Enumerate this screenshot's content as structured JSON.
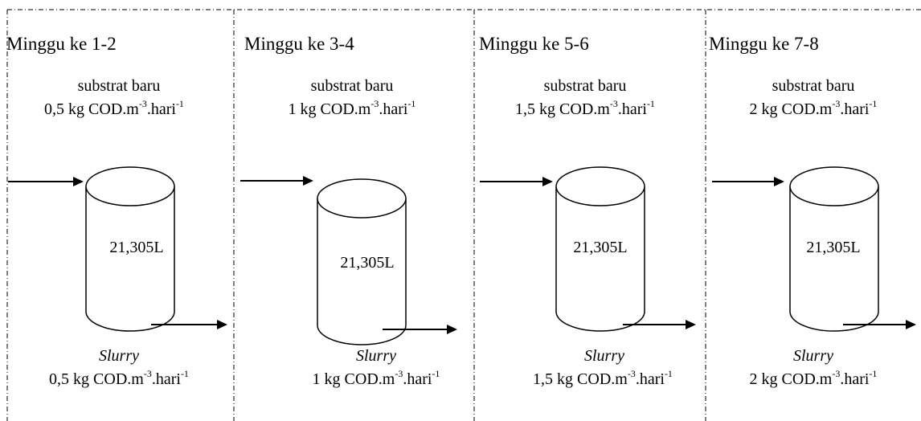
{
  "panels": [
    {
      "title": "Minggu ke 1-2",
      "substrate_label": "substrat baru",
      "substrate_rate_value": "0,5",
      "volume": "21,305L",
      "slurry_label": "Slurry",
      "slurry_rate_value": "0,5"
    },
    {
      "title": "Minggu ke 3-4",
      "substrate_label": "substrat baru",
      "substrate_rate_value": "1",
      "volume": "21,305L",
      "slurry_label": "Slurry",
      "slurry_rate_value": "1"
    },
    {
      "title": "Minggu ke 5-6",
      "substrate_label": "substrat baru",
      "substrate_rate_value": "1,5",
      "volume": "21,305L",
      "slurry_label": "Slurry",
      "slurry_rate_value": "1,5"
    },
    {
      "title": "Minggu ke 7-8",
      "substrate_label": "substrat baru",
      "substrate_rate_value": "2",
      "volume": "21,305L",
      "slurry_label": "Slurry",
      "slurry_rate_value": "2"
    }
  ],
  "unit": {
    "prefix": "kg COD.m",
    "exp1": "-3",
    "mid": ".hari",
    "exp2": "-1"
  }
}
